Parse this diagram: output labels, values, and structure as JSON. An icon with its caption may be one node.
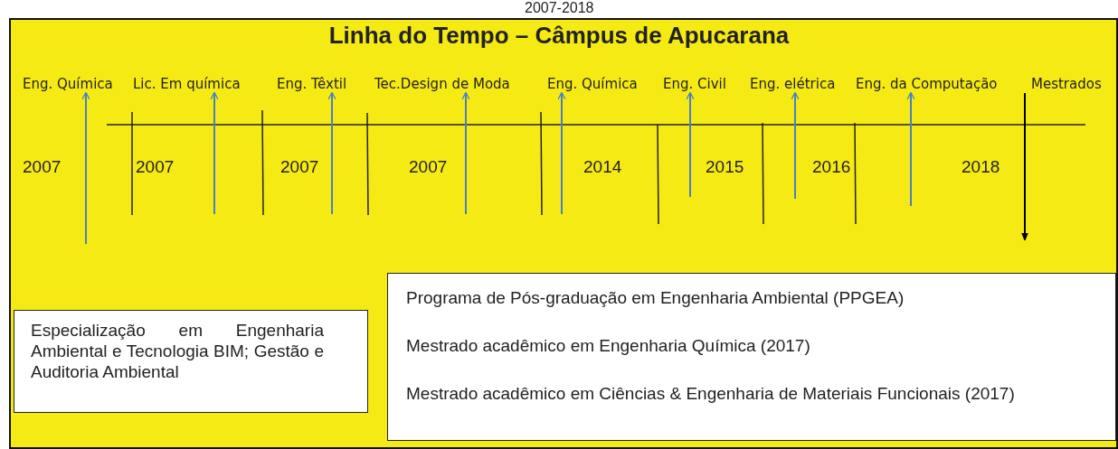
{
  "diagram": {
    "title": "Linha do Tempo – Câmpus de Apucarana",
    "nodes": [
      {
        "text": [
          "Eng. Química"
        ]
      },
      {
        "text": [
          "Lic. Em química"
        ]
      },
      {
        "text": [
          "Eng. Têxtil"
        ]
      },
      {
        "text": [
          "Tec.Design de Moda"
        ]
      },
      {
        "text": [
          "Eng. Química"
        ]
      },
      {
        "text": [
          "Eng. Civil"
        ]
      },
      {
        "text": [
          "Eng. elétrica"
        ]
      },
      {
        "text": [
          "Eng. da Computação"
        ]
      },
      {
        "text": [
          "Mestrados"
        ]
      },
      {
        "text": [
          "Especialização em Engenharia Ambiental e Tecnologia BIM; Gestão e Auditoria Ambiental"
        ]
      },
      {
        "text": [
          "Programa de Pós-graduação em Engenharia Ambiental (PPGEA)",
          "Mestrado acadêmico em Engenharia Química (2017)",
          "Mestrado acadêmico em Ciências & Engenharia de Materiais Funcionais (2017)"
        ]
      }
    ],
    "edges": [
      {
        "from": null,
        "to": 0,
        "arrow": "to"
      },
      {
        "from": null,
        "to": 1,
        "arrow": "to"
      },
      {
        "from": null,
        "to": 2,
        "arrow": "to"
      },
      {
        "from": null,
        "to": 3,
        "arrow": "to"
      },
      {
        "from": null,
        "to": 4,
        "arrow": "to"
      },
      {
        "from": null,
        "to": 5,
        "arrow": "to"
      },
      {
        "from": null,
        "to": 6,
        "arrow": "to"
      },
      {
        "from": null,
        "to": 7,
        "arrow": "to"
      },
      {
        "from": 8,
        "to": null,
        "arrow": "to",
        "color": "#000000"
      }
    ],
    "labels": [
      "2007-2018",
      "2007",
      "2007",
      "2007",
      "2007",
      "2014",
      "2015",
      "2016",
      "2018"
    ]
  }
}
